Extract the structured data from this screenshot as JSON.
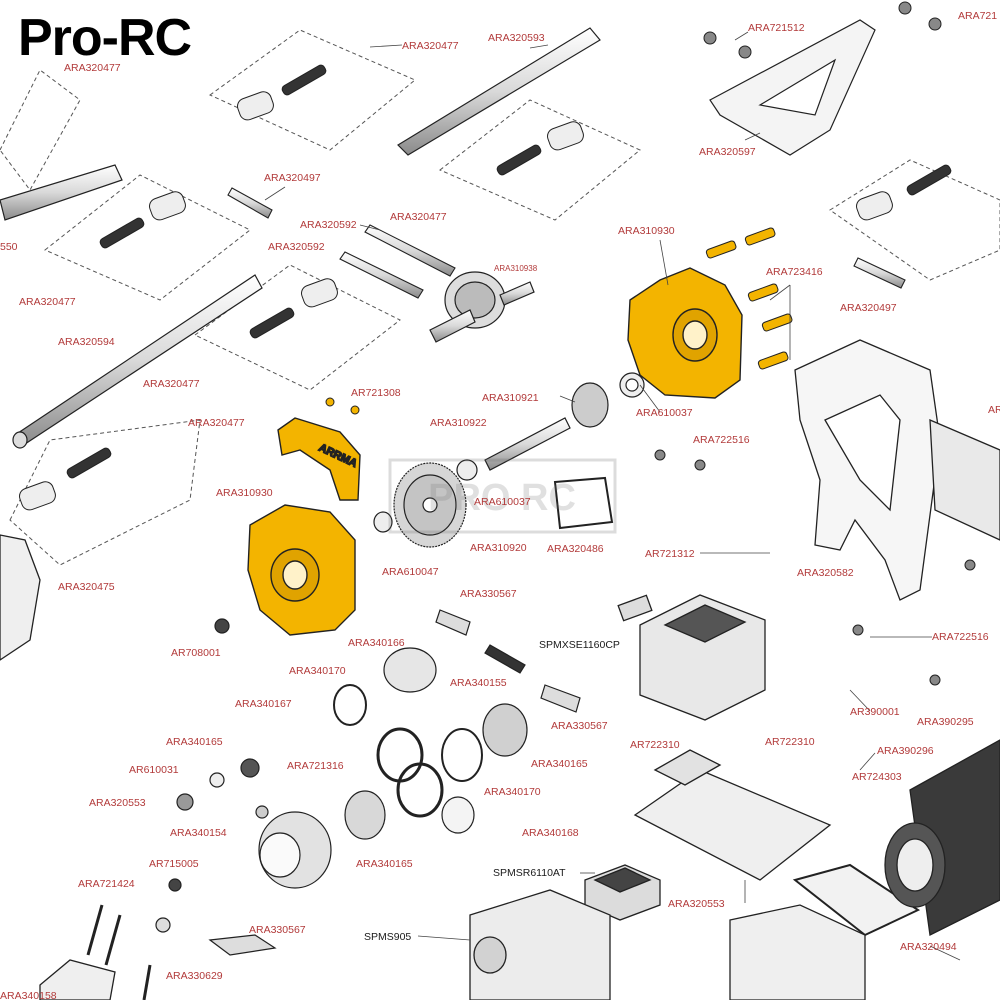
{
  "brand": {
    "logo_text": "Pro-RC",
    "watermark": "PRO RC"
  },
  "colors": {
    "part_label": "#b23a3a",
    "electronics_label": "#1a1a1a",
    "highlight": "#f3b400",
    "outline": "#222222"
  },
  "labels": {
    "l01": "ARA320477",
    "l02": "ARA320593",
    "l03": "ARA721512",
    "l04": "ARA721",
    "l05": "ARA320477",
    "l06": "ARA320597",
    "l07": "ARA320497",
    "l08": "550",
    "l09": "ARA320592",
    "l10": "ARA320477",
    "l11": "ARA320592",
    "l12": "ARA310930",
    "l13": "ARA310938",
    "l14": "ARA723416",
    "l15": "ARA320477",
    "l16": "ARA320497",
    "l17": "ARA320594",
    "l18": "ARA320477",
    "l19": "AR721308",
    "l20": "ARA310921",
    "l21": "ARA610037",
    "l22": "ARA320477",
    "l23": "ARA310922",
    "l24": "ARA722516",
    "l25": "ARA310930",
    "l26": "ARA610037",
    "l27": "ARA310920",
    "l28": "ARA320486",
    "l29": "ARA320582",
    "l30": "AR721312",
    "l31": "ARA610047",
    "l32": "ARA320475",
    "l33": "ARA330567",
    "l34": "SPMXSE1160CP",
    "l35": "ARA722516",
    "l36": "AR708001",
    "l37": "ARA340166",
    "l38": "ARA340155",
    "l39": "ARA340170",
    "l40": "AR390001",
    "l41": "ARA390295",
    "l42": "ARA340167",
    "l43": "ARA330567",
    "l44": "ARA390296",
    "l45": "ARA340165",
    "l46": "AR722310",
    "l47": "AR722310",
    "l48": "ARA340165",
    "l49": "AR610031",
    "l50": "ARA721316",
    "l51": "AR724303",
    "l52": "ARA320553",
    "l53": "ARA340170",
    "l54": "ARA340154",
    "l55": "ARA340168",
    "l56": "ARA340165",
    "l57": "AR715005",
    "l58": "SPMSR6110AT",
    "l59": "ARA721424",
    "l60": "ARA320553",
    "l61": "ARA330567",
    "l62": "SPMS905",
    "l63": "ARA320494",
    "l64": "ARA330629",
    "l65": "ARA340158",
    "l66": "ARA"
  }
}
